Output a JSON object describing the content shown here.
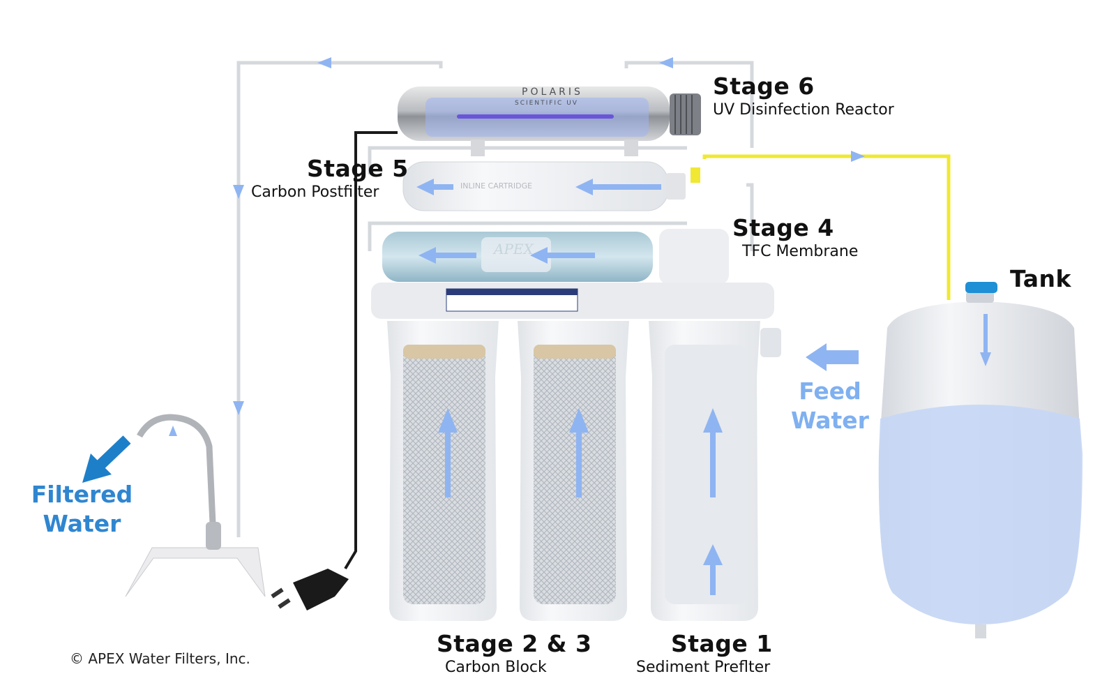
{
  "stages": {
    "stage6": {
      "title": "Stage 6",
      "subtitle": "UV Disinfection Reactor"
    },
    "stage5": {
      "title": "Stage 5",
      "subtitle": "Carbon Postfilter"
    },
    "stage4": {
      "title": "Stage 4",
      "subtitle": "TFC Membrane"
    },
    "stage23": {
      "title": "Stage 2 & 3",
      "subtitle": "Carbon Block"
    },
    "stage1": {
      "title": "Stage 1",
      "subtitle": "Sediment Preflter"
    }
  },
  "tank": {
    "label": "Tank"
  },
  "feed": {
    "line1": "Feed",
    "line2": "Water"
  },
  "filtered": {
    "line1": "Filtered",
    "line2": "Water"
  },
  "copyright": "© APEX Water Filters, Inc.",
  "uv_brand": "POLARIS",
  "uv_brand_sub": "SCIENTIFIC UV",
  "membrane_brand": "APEX",
  "postfilter_text": "INLINE CARTRIDGE",
  "colors": {
    "flow_arrow": "#8fb4f2",
    "feed_label": "#7fb0f0",
    "filtered_label": "#2f86d0",
    "tank_line": "#f0e832",
    "power_cord": "#1a1a1a",
    "housing": "#eef0f3",
    "water": "#c5d6f5"
  }
}
